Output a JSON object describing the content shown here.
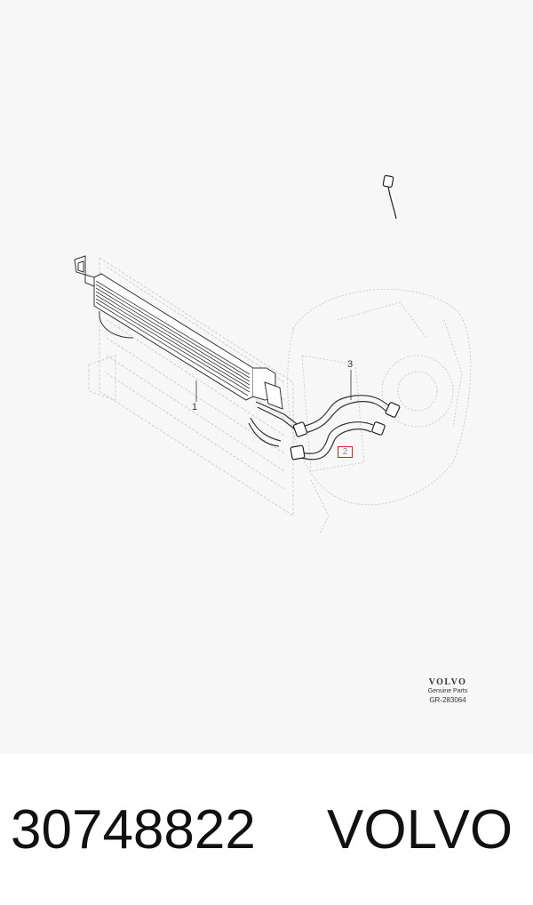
{
  "diagram": {
    "callouts": {
      "one": "1",
      "two": "2",
      "three": "3"
    },
    "brand_block": {
      "logo": "VOLVO",
      "subtitle": "Genuine Parts",
      "code": "GR-283064"
    }
  },
  "footer": {
    "part_number": "30748822",
    "brand": "VOLVO"
  },
  "colors": {
    "highlight": "#e02020",
    "line": "#333333",
    "ghost": "#c8c8c8"
  }
}
